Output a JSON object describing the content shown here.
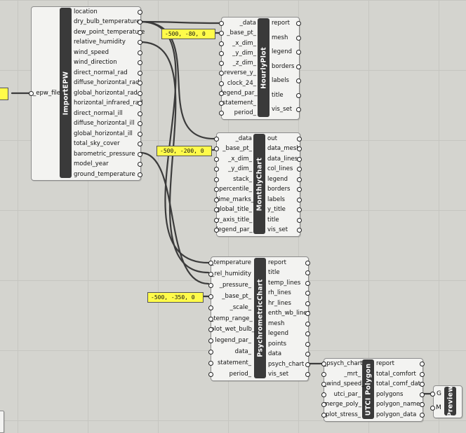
{
  "colors": {
    "canvas": "#d4d4cf",
    "panel": "#fffb4a",
    "component_body": "#f3f3f1",
    "component_title": "#3a3a3a"
  },
  "import_epw": {
    "title": "ImportEPW",
    "inputs": [
      "_epw_file"
    ],
    "outputs": [
      "location",
      "dry_bulb_temperature",
      "dew_point_temperature",
      "relative_humidity",
      "wind_speed",
      "wind_direction",
      "direct_normal_rad",
      "diffuse_horizontal_rad",
      "global_horizontal_rad",
      "horizontal_infrared_rad",
      "direct_normal_ill",
      "diffuse_horizontal_ill",
      "global_horizontal_ill",
      "total_sky_cover",
      "barometric_pressure",
      "model_year",
      "ground_temperature"
    ]
  },
  "hourly_plot": {
    "title": "HourlyPlot",
    "inputs": [
      "_data",
      "_base_pt_",
      "_x_dim_",
      "_y_dim_",
      "_z_dim_",
      "reverse_y_",
      "clock_24_",
      "legend_par_",
      "statement_",
      "period_"
    ],
    "outputs": [
      "report",
      "mesh",
      "legend",
      "borders",
      "labels",
      "title",
      "vis_set"
    ]
  },
  "monthly_chart": {
    "title": "MonthlyChart",
    "inputs": [
      "_data",
      "_base_pt_",
      "_x_dim_",
      "_y_dim_",
      "stack_",
      "percentile_",
      "time_marks_",
      "global_title_",
      "y_axis_title_",
      "legend_par_"
    ],
    "outputs": [
      "out",
      "data_mesh",
      "data_lines",
      "col_lines",
      "legend",
      "borders",
      "labels",
      "y_title",
      "title",
      "vis_set"
    ]
  },
  "psychrometric_chart": {
    "title": "PsychrometricChart",
    "inputs": [
      "_temperature",
      "_rel_humidity",
      "_pressure_",
      "_base_pt_",
      "_scale_",
      "_temp_range_",
      "plot_wet_bulb_",
      "legend_par_",
      "data_",
      "statement_",
      "period_"
    ],
    "outputs": [
      "report",
      "title",
      "temp_lines",
      "rh_lines",
      "hr_lines",
      "enth_wb_lines",
      "mesh",
      "legend",
      "points",
      "data",
      "psych_chart",
      "vis_set"
    ]
  },
  "utci_polygon": {
    "title": "UTCI Polygon",
    "inputs": [
      "_psych_chart",
      "_mrt_",
      "_wind_speed_",
      "utci_par_",
      "merge_poly_",
      "plot_stress_"
    ],
    "outputs": [
      "report",
      "total_comfort",
      "total_comf_data",
      "polygons",
      "polygon_names",
      "polygon_data"
    ]
  },
  "preview": {
    "title": "Preview",
    "inputs": [
      "G",
      "M"
    ]
  },
  "panels": {
    "hourly_base": "-500, -80, 0",
    "monthly_base": "-500, -200, 0",
    "psych_base": "-500, -350, 0"
  }
}
